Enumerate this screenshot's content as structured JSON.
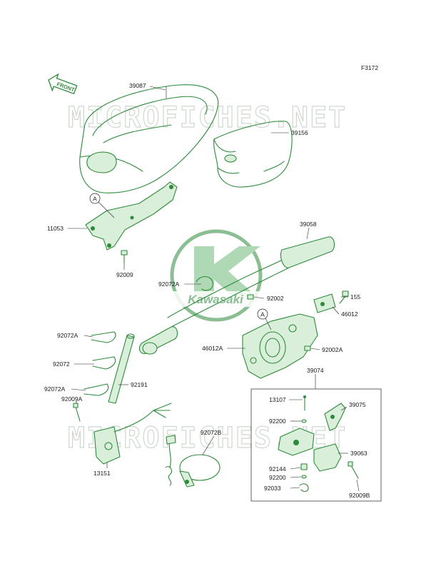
{
  "figure_code": "F3172",
  "front_arrow": {
    "text": "FRONT"
  },
  "watermarks": [
    "MICROFICHES.NET",
    "MICROFICHES.NET"
  ],
  "logo": {
    "text": "Kawasaki",
    "color": "#2d8a3a"
  },
  "callout_letter": "A",
  "group_label": "39074",
  "part_labels": [
    "39087",
    "39156",
    "11053",
    "92009",
    "39058",
    "92072A",
    "92002",
    "155",
    "46012",
    "46012A",
    "92002A",
    "92072A",
    "92072",
    "92072A",
    "92191",
    "92009A",
    "92072B",
    "13151",
    "13107",
    "39075",
    "92200",
    "39063",
    "92144",
    "92200",
    "92033",
    "92009B"
  ],
  "colors": {
    "parts": "#2d8a3a",
    "text": "#1a1a1a",
    "watermark": "#cfd8cf"
  }
}
